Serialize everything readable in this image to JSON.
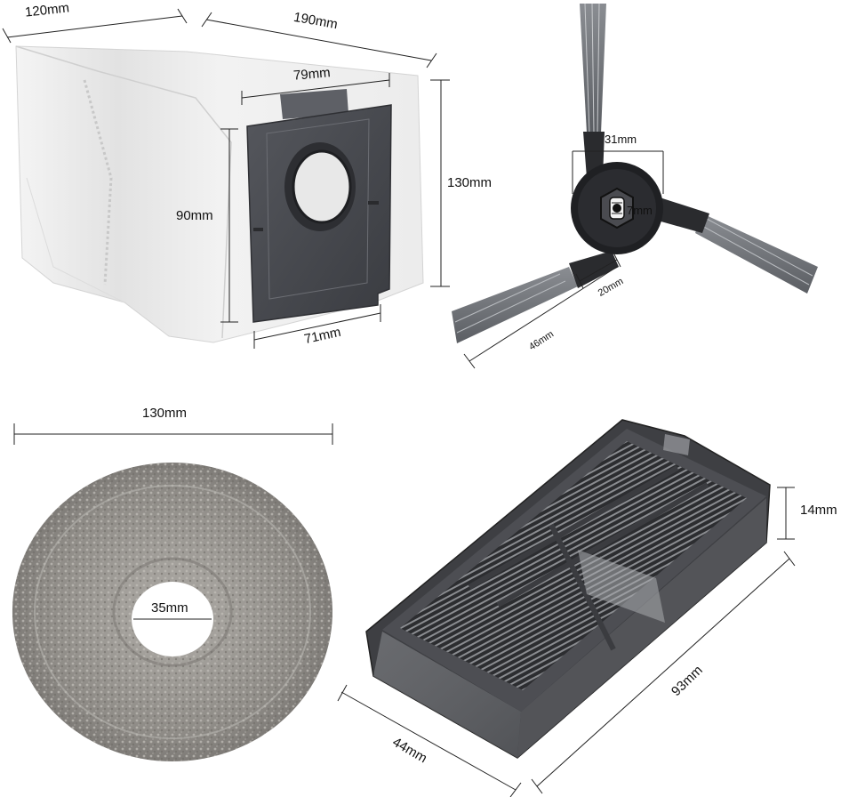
{
  "dust_bag": {
    "width_label": "120mm",
    "depth_label": "190mm",
    "opening_width_label": "79mm",
    "height_label": "130mm",
    "plate_height_label": "90mm",
    "plate_width_label": "71mm"
  },
  "side_brush": {
    "span_label": "31mm",
    "hub_label": "7mm",
    "arm_label": "20mm",
    "length_label": "46mm"
  },
  "mop_pad": {
    "diameter_label": "130mm",
    "hole_label": "35mm"
  },
  "filter": {
    "height_label": "14mm",
    "length_label": "93mm",
    "width_label": "44mm"
  },
  "colors": {
    "bag": "#eeeeee",
    "plate": "#4a4c52",
    "mop": "#9a9792",
    "filter_frame": "#3c3d40",
    "dimension_line": "#222222"
  }
}
